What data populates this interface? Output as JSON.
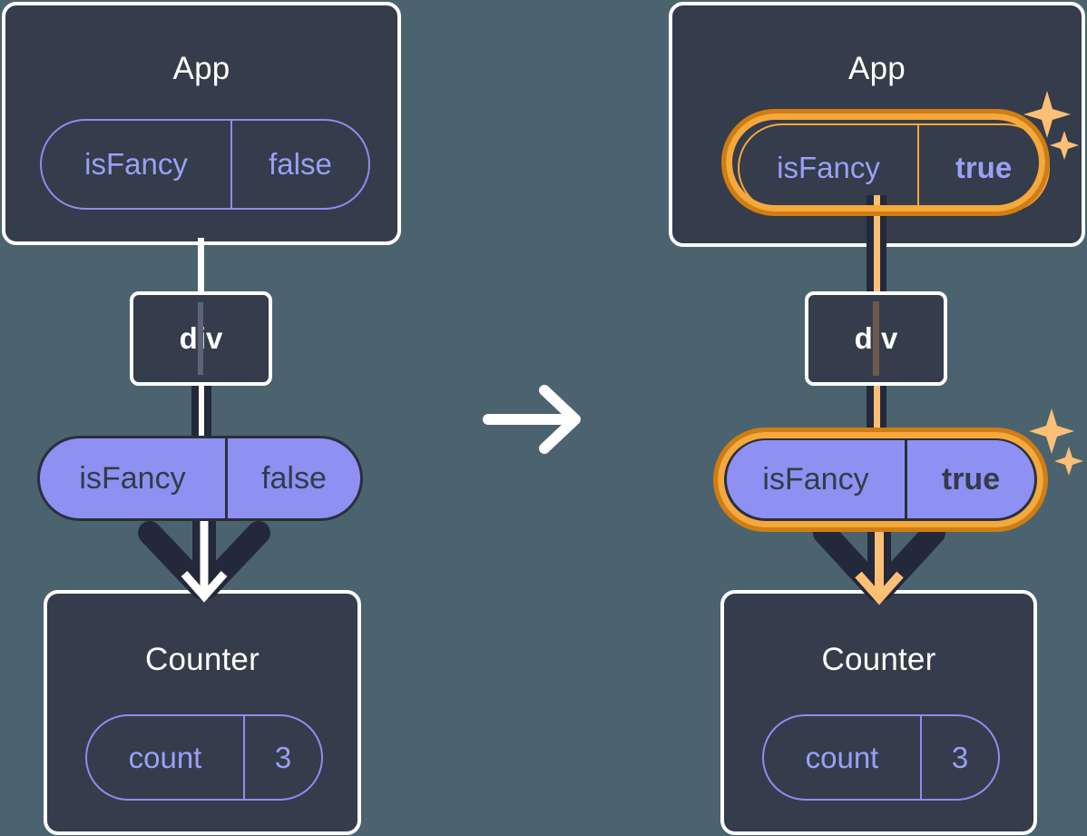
{
  "diagram": {
    "title": "React state update: App passes isFancy prop down to Counter",
    "background_color": "#4b636f",
    "panel_color": "#353c4b",
    "panel_border_color": "#ffffff",
    "pill_outline_color": "#8b8ef0",
    "pill_fill_color": "#8e91f2",
    "pill_text_color": "#343b48",
    "highlight_color": "#f5a83c",
    "highlight_dark_color": "#d07d14",
    "sparkle_color": "#fbbf76",
    "wire_dark_color": "#23283a",
    "wire_core_white": "#ffffff",
    "wire_core_amber": "#fbbf76"
  },
  "transition": {
    "icon": "arrow-right-icon",
    "label": "→"
  },
  "before": {
    "app": {
      "title": "App",
      "state": {
        "key": "isFancy",
        "value": "false",
        "bold": false
      }
    },
    "div": {
      "label": "div"
    },
    "props": {
      "key": "isFancy",
      "value": "false",
      "bold": false
    },
    "counter": {
      "title": "Counter",
      "state": {
        "key": "count",
        "value": "3",
        "bold": false
      }
    },
    "highlighted": false
  },
  "after": {
    "app": {
      "title": "App",
      "state": {
        "key": "isFancy",
        "value": "true",
        "bold": true
      }
    },
    "div": {
      "label": "div"
    },
    "props": {
      "key": "isFancy",
      "value": "true",
      "bold": true
    },
    "counter": {
      "title": "Counter",
      "state": {
        "key": "count",
        "value": "3",
        "bold": false
      }
    },
    "highlighted": true,
    "sparkle_icon": "sparkles-icon"
  }
}
